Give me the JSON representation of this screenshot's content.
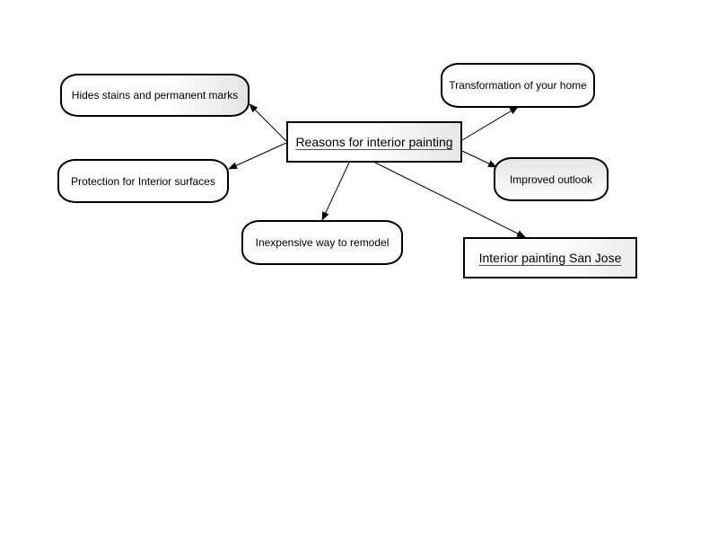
{
  "diagram": {
    "central": {
      "label": "Reasons for interior painting"
    },
    "nodes": [
      {
        "id": "hides",
        "label": "Hides stains and permanent marks"
      },
      {
        "id": "protect",
        "label": "Protection for Interior surfaces"
      },
      {
        "id": "inexpensive",
        "label": "Inexpensive way to remodel"
      },
      {
        "id": "transform",
        "label": "Transformation of your home"
      },
      {
        "id": "outlook",
        "label": "Improved outlook"
      },
      {
        "id": "sanjose",
        "label": "Interior painting San Jose"
      }
    ],
    "edges": [
      {
        "from": "central",
        "to": "hides"
      },
      {
        "from": "central",
        "to": "protect"
      },
      {
        "from": "central",
        "to": "inexpensive"
      },
      {
        "from": "central",
        "to": "transform"
      },
      {
        "from": "central",
        "to": "outlook"
      },
      {
        "from": "central",
        "to": "sanjose"
      }
    ]
  }
}
